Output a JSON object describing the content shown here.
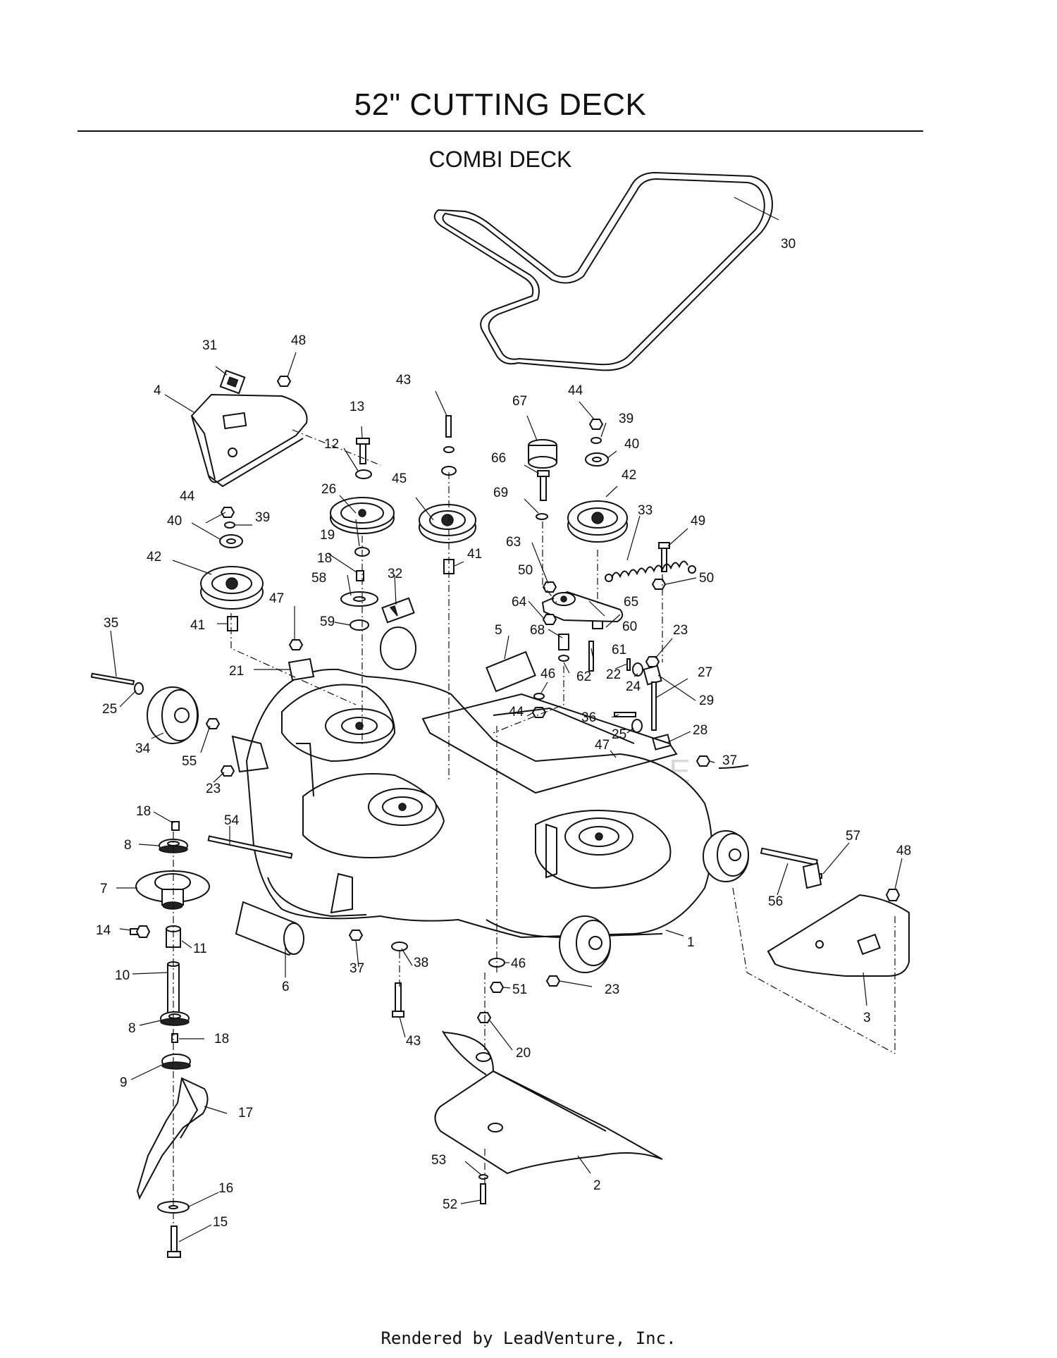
{
  "title": "52\" CUTTING DECK",
  "subtitle": "COMBI DECK",
  "footer": "Rendered by LeadVenture, Inc.",
  "watermark": "LEADVENTURE",
  "callouts": [
    {
      "id": "c1",
      "text": "1"
    },
    {
      "id": "c2",
      "text": "2"
    },
    {
      "id": "c3",
      "text": "3"
    },
    {
      "id": "c4",
      "text": "4"
    },
    {
      "id": "c5",
      "text": "5"
    },
    {
      "id": "c6",
      "text": "6"
    },
    {
      "id": "c7",
      "text": "7"
    },
    {
      "id": "c8a",
      "text": "8"
    },
    {
      "id": "c8b",
      "text": "8"
    },
    {
      "id": "c9",
      "text": "9"
    },
    {
      "id": "c10",
      "text": "10"
    },
    {
      "id": "c11",
      "text": "11"
    },
    {
      "id": "c12",
      "text": "12"
    },
    {
      "id": "c13",
      "text": "13"
    },
    {
      "id": "c14",
      "text": "14"
    },
    {
      "id": "c15",
      "text": "15"
    },
    {
      "id": "c16",
      "text": "16"
    },
    {
      "id": "c17",
      "text": "17"
    },
    {
      "id": "c18a",
      "text": "18"
    },
    {
      "id": "c18b",
      "text": "18"
    },
    {
      "id": "c18c",
      "text": "18"
    },
    {
      "id": "c19",
      "text": "19"
    },
    {
      "id": "c20",
      "text": "20"
    },
    {
      "id": "c21",
      "text": "21"
    },
    {
      "id": "c22",
      "text": "22"
    },
    {
      "id": "c23a",
      "text": "23"
    },
    {
      "id": "c23b",
      "text": "23"
    },
    {
      "id": "c23c",
      "text": "23"
    },
    {
      "id": "c24",
      "text": "24"
    },
    {
      "id": "c25a",
      "text": "25"
    },
    {
      "id": "c25b",
      "text": "25"
    },
    {
      "id": "c26",
      "text": "26"
    },
    {
      "id": "c27",
      "text": "27"
    },
    {
      "id": "c28",
      "text": "28"
    },
    {
      "id": "c29",
      "text": "29"
    },
    {
      "id": "c30",
      "text": "30"
    },
    {
      "id": "c31",
      "text": "31"
    },
    {
      "id": "c32",
      "text": "32"
    },
    {
      "id": "c33",
      "text": "33"
    },
    {
      "id": "c34",
      "text": "34"
    },
    {
      "id": "c35",
      "text": "35"
    },
    {
      "id": "c36",
      "text": "36"
    },
    {
      "id": "c37a",
      "text": "37"
    },
    {
      "id": "c37b",
      "text": "37"
    },
    {
      "id": "c38",
      "text": "38"
    },
    {
      "id": "c39a",
      "text": "39"
    },
    {
      "id": "c39b",
      "text": "39"
    },
    {
      "id": "c40a",
      "text": "40"
    },
    {
      "id": "c40b",
      "text": "40"
    },
    {
      "id": "c41a",
      "text": "41"
    },
    {
      "id": "c41b",
      "text": "41"
    },
    {
      "id": "c42a",
      "text": "42"
    },
    {
      "id": "c42b",
      "text": "42"
    },
    {
      "id": "c43a",
      "text": "43"
    },
    {
      "id": "c43b",
      "text": "43"
    },
    {
      "id": "c44a",
      "text": "44"
    },
    {
      "id": "c44b",
      "text": "44"
    },
    {
      "id": "c44c",
      "text": "44"
    },
    {
      "id": "c45",
      "text": "45"
    },
    {
      "id": "c46a",
      "text": "46"
    },
    {
      "id": "c46b",
      "text": "46"
    },
    {
      "id": "c47a",
      "text": "47"
    },
    {
      "id": "c47b",
      "text": "47"
    },
    {
      "id": "c48a",
      "text": "48"
    },
    {
      "id": "c48b",
      "text": "48"
    },
    {
      "id": "c49",
      "text": "49"
    },
    {
      "id": "c50a",
      "text": "50"
    },
    {
      "id": "c50b",
      "text": "50"
    },
    {
      "id": "c51",
      "text": "51"
    },
    {
      "id": "c52",
      "text": "52"
    },
    {
      "id": "c53",
      "text": "53"
    },
    {
      "id": "c54",
      "text": "54"
    },
    {
      "id": "c55",
      "text": "55"
    },
    {
      "id": "c56",
      "text": "56"
    },
    {
      "id": "c57",
      "text": "57"
    },
    {
      "id": "c58",
      "text": "58"
    },
    {
      "id": "c59",
      "text": "59"
    },
    {
      "id": "c60",
      "text": "60"
    },
    {
      "id": "c61",
      "text": "61"
    },
    {
      "id": "c62",
      "text": "62"
    },
    {
      "id": "c63",
      "text": "63"
    },
    {
      "id": "c64",
      "text": "64"
    },
    {
      "id": "c65",
      "text": "65"
    },
    {
      "id": "c66",
      "text": "66"
    },
    {
      "id": "c67",
      "text": "67"
    },
    {
      "id": "c68",
      "text": "68"
    },
    {
      "id": "c69",
      "text": "69"
    }
  ]
}
